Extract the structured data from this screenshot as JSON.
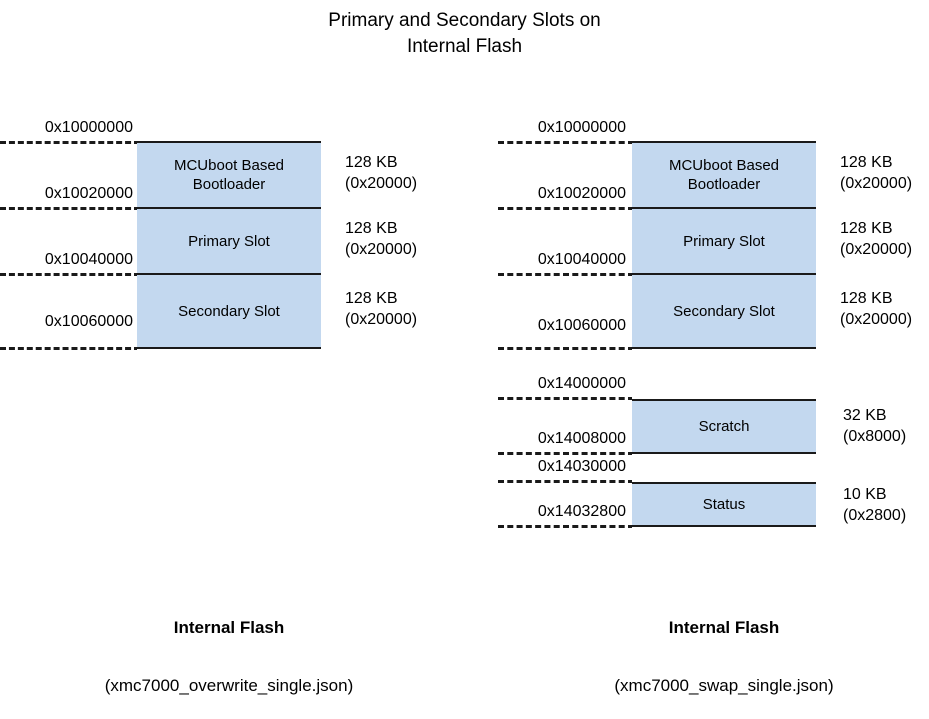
{
  "title": {
    "line1": "Primary and Secondary Slots on",
    "line2": "Internal Flash"
  },
  "colors": {
    "fill": "#c3d8ef",
    "stroke": "#1a1a1a",
    "background": "#ffffff"
  },
  "diagrams": [
    {
      "id": "left",
      "caption": "Internal Flash",
      "file": "(xmc7000_overwrite_single.json)",
      "addresses": [
        {
          "label": "0x10000000"
        },
        {
          "label": "0x10020000"
        },
        {
          "label": "0x10040000"
        },
        {
          "label": "0x10060000"
        }
      ],
      "regions": [
        {
          "name": "mcuboot-bootloader",
          "label_line1": "MCUboot Based",
          "label_line2": "Bootloader",
          "filled": true
        },
        {
          "name": "primary-slot",
          "label_line1": "Primary Slot",
          "label_line2": "",
          "filled": true
        },
        {
          "name": "secondary-slot",
          "label_line1": "Secondary Slot",
          "label_line2": "",
          "filled": true
        },
        {
          "name": "unused",
          "label_line1": "",
          "label_line2": "",
          "filled": false
        }
      ],
      "sizes": [
        {
          "size": "128 KB",
          "hex": "(0x20000)"
        },
        {
          "size": "128 KB",
          "hex": "(0x20000)"
        },
        {
          "size": "128 KB",
          "hex": "(0x20000)"
        }
      ]
    },
    {
      "id": "right",
      "caption": "Internal Flash",
      "file": "(xmc7000_swap_single.json)",
      "addresses": [
        {
          "label": "0x10000000"
        },
        {
          "label": "0x10020000"
        },
        {
          "label": "0x10040000"
        },
        {
          "label": "0x10060000"
        },
        {
          "label": "0x14000000"
        },
        {
          "label": "0x14008000"
        },
        {
          "label": "0x14030000"
        },
        {
          "label": "0x14032800"
        }
      ],
      "regions": [
        {
          "name": "mcuboot-bootloader",
          "label_line1": "MCUboot Based",
          "label_line2": "Bootloader",
          "filled": true
        },
        {
          "name": "primary-slot",
          "label_line1": "Primary Slot",
          "label_line2": "",
          "filled": true
        },
        {
          "name": "secondary-slot",
          "label_line1": "Secondary Slot",
          "label_line2": "",
          "filled": true
        },
        {
          "name": "gap-1",
          "label_line1": "",
          "label_line2": "",
          "filled": false
        },
        {
          "name": "scratch",
          "label_line1": "Scratch",
          "label_line2": "",
          "filled": true
        },
        {
          "name": "gap-2",
          "label_line1": "",
          "label_line2": "",
          "filled": false
        },
        {
          "name": "status",
          "label_line1": "Status",
          "label_line2": "",
          "filled": true
        },
        {
          "name": "unused",
          "label_line1": "",
          "label_line2": "",
          "filled": false
        }
      ],
      "sizes": [
        {
          "size": "128 KB",
          "hex": "(0x20000)"
        },
        {
          "size": "128 KB",
          "hex": "(0x20000)"
        },
        {
          "size": "128 KB",
          "hex": "(0x20000)"
        },
        {
          "size": "32 KB",
          "hex": "(0x8000)"
        },
        {
          "size": "10 KB",
          "hex": "(0x2800)"
        }
      ]
    }
  ]
}
